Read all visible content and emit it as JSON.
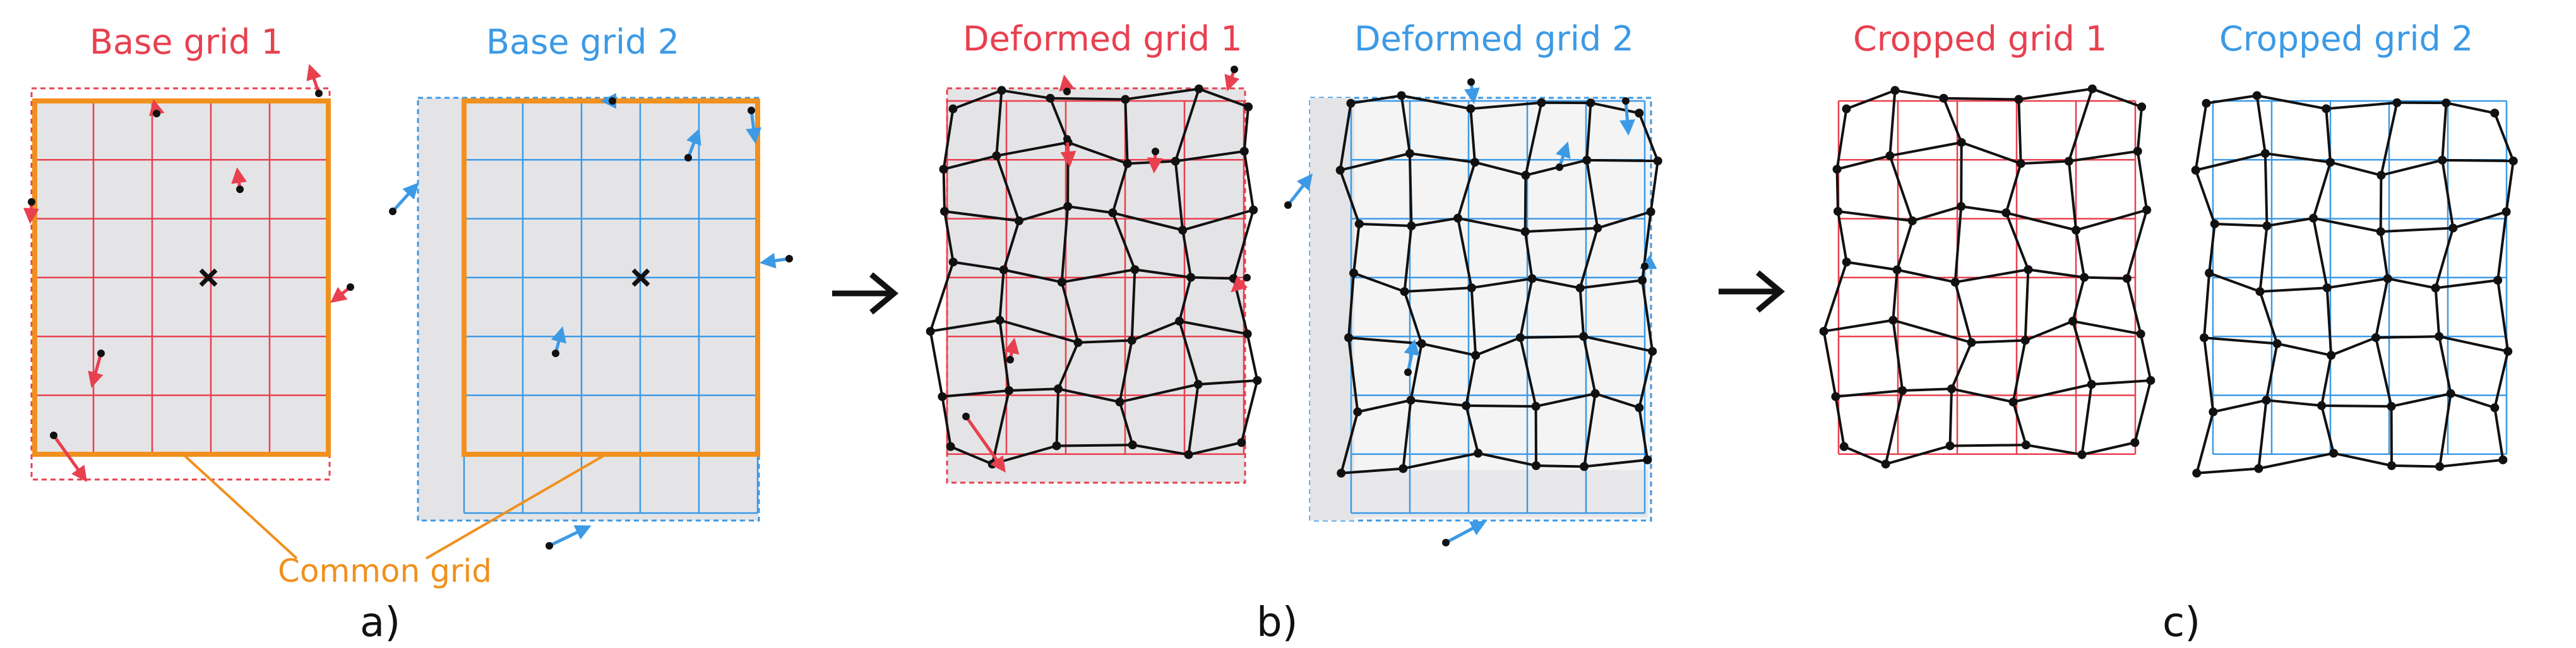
{
  "colors": {
    "red": "#e8404f",
    "blue": "#3c9ae6",
    "orange": "#f0901e",
    "panel_fill": "#e4e4e7",
    "black": "#111111"
  },
  "panel_a": {
    "label": "a)",
    "grid1_title": "Base grid 1",
    "grid2_title": "Base grid 2",
    "common_label": "Common grid"
  },
  "panel_b": {
    "label": "b)",
    "grid1_title": "Deformed grid 1",
    "grid2_title": "Deformed grid 2"
  },
  "panel_c": {
    "label": "c)",
    "grid1_title": "Cropped   grid   1",
    "grid2_title": "Cropped   grid   2"
  },
  "icons": {
    "center_marker": "x-mark-icon",
    "transition": "right-arrow-icon"
  }
}
